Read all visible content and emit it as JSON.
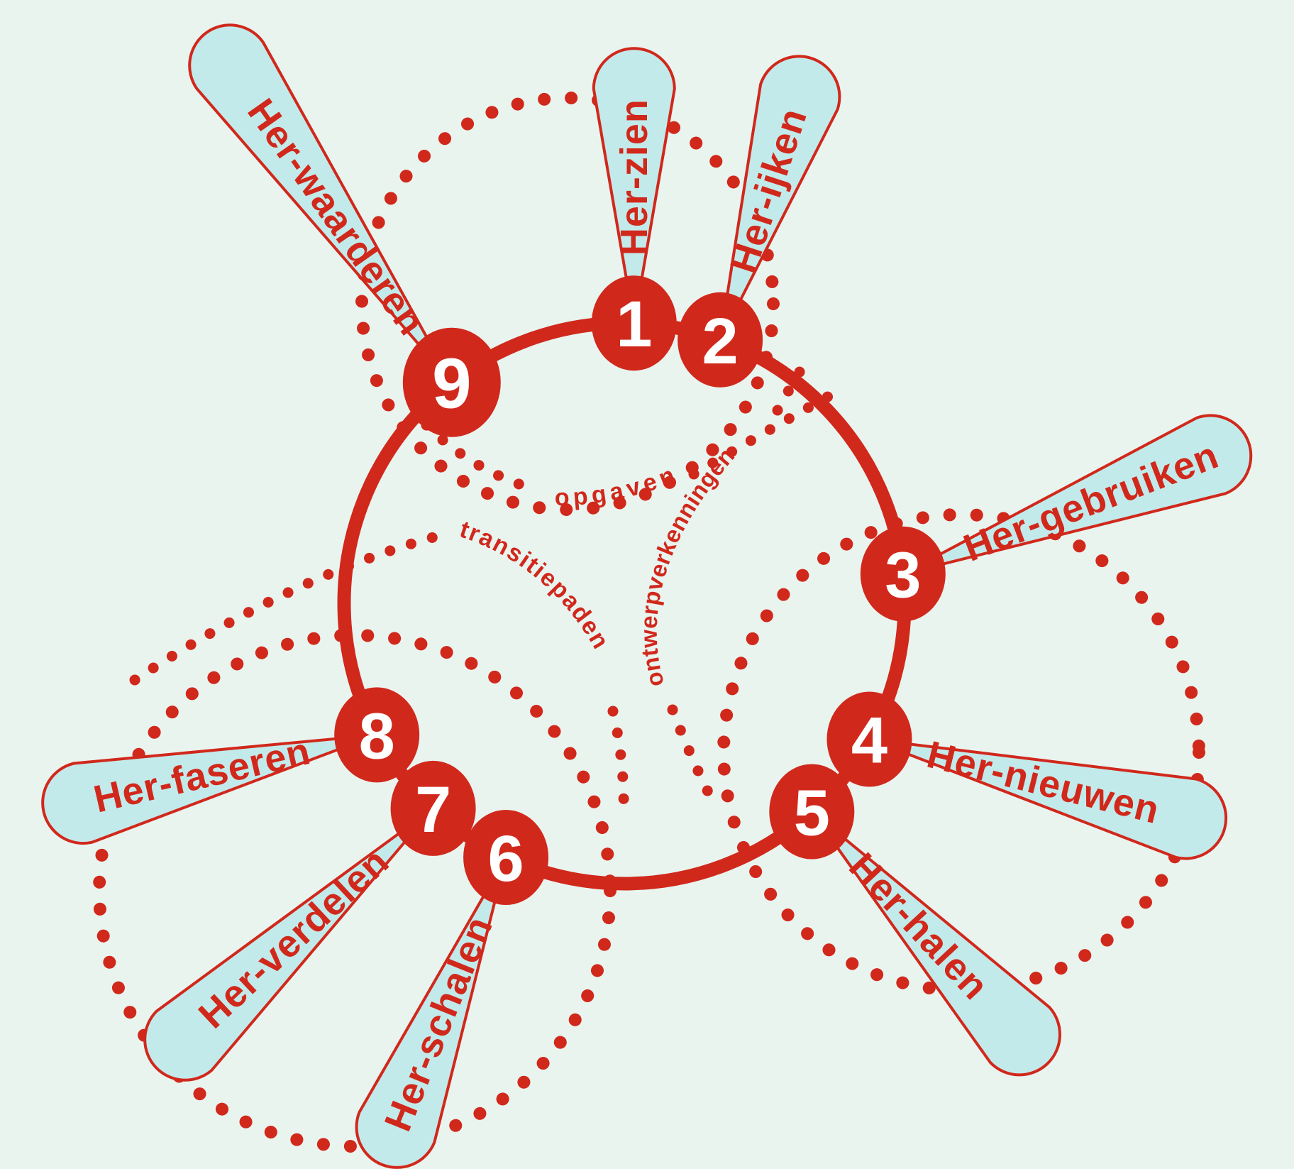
{
  "diagram": {
    "colors": {
      "background": "#e9f4ef",
      "red": "#d1281c",
      "pill_fill": "#c3eaea",
      "number": "#ffffff"
    },
    "nodes": [
      {
        "number": "1",
        "label": "Her-zien"
      },
      {
        "number": "2",
        "label": "Her-ijken"
      },
      {
        "number": "3",
        "label": "Her-gebruiken"
      },
      {
        "number": "4",
        "label": "Her-nieuwen"
      },
      {
        "number": "5",
        "label": "Her-halen"
      },
      {
        "number": "6",
        "label": "Her-schalen"
      },
      {
        "number": "7",
        "label": "Her-verdelen"
      },
      {
        "number": "8",
        "label": "Her-faseren"
      },
      {
        "number": "9",
        "label": "Her-waarderen"
      }
    ],
    "ring_labels": [
      {
        "text": "opgaven"
      },
      {
        "text": "ontwerpverkenningen"
      },
      {
        "text": "transitiepaden"
      }
    ]
  }
}
